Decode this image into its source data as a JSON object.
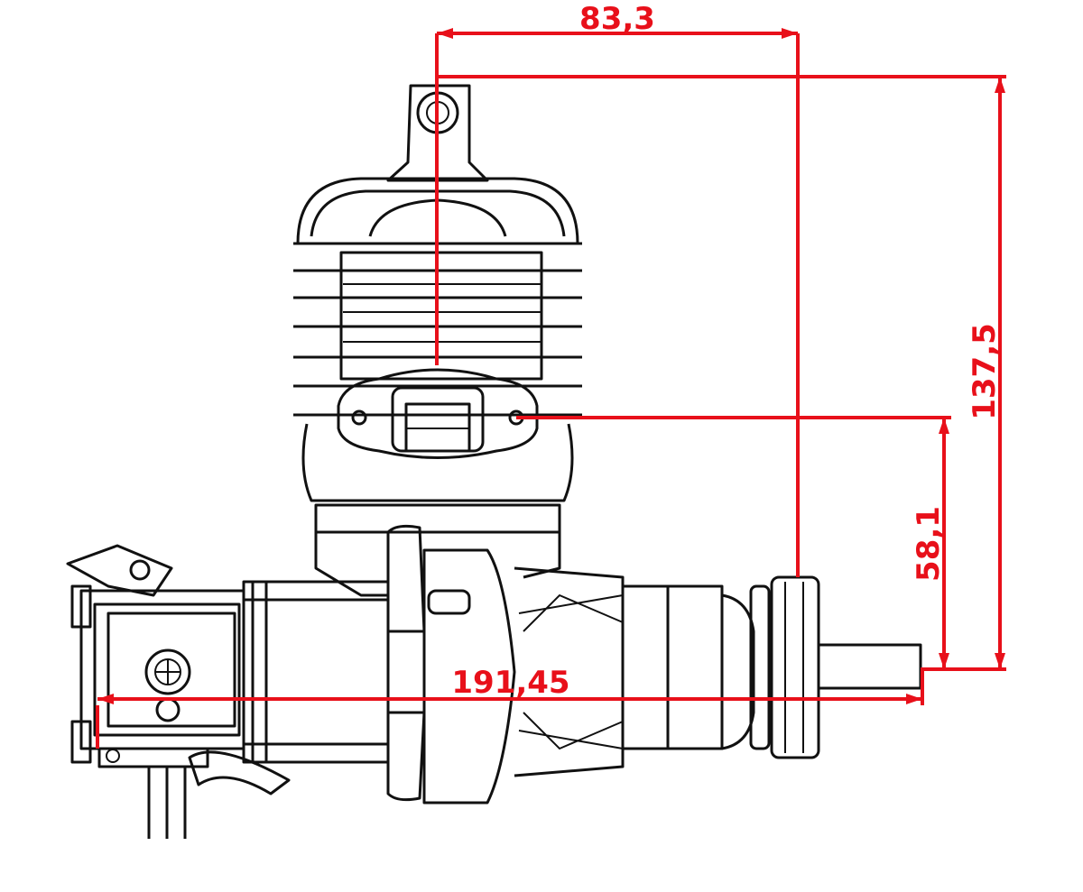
{
  "dimensions": {
    "top_width": "83,3",
    "total_height": "137,5",
    "shaft_to_mount": "58,1",
    "total_length": "191,45"
  },
  "colors": {
    "dimension": "#e8101a",
    "drawing": "#111111",
    "background": "#ffffff"
  }
}
